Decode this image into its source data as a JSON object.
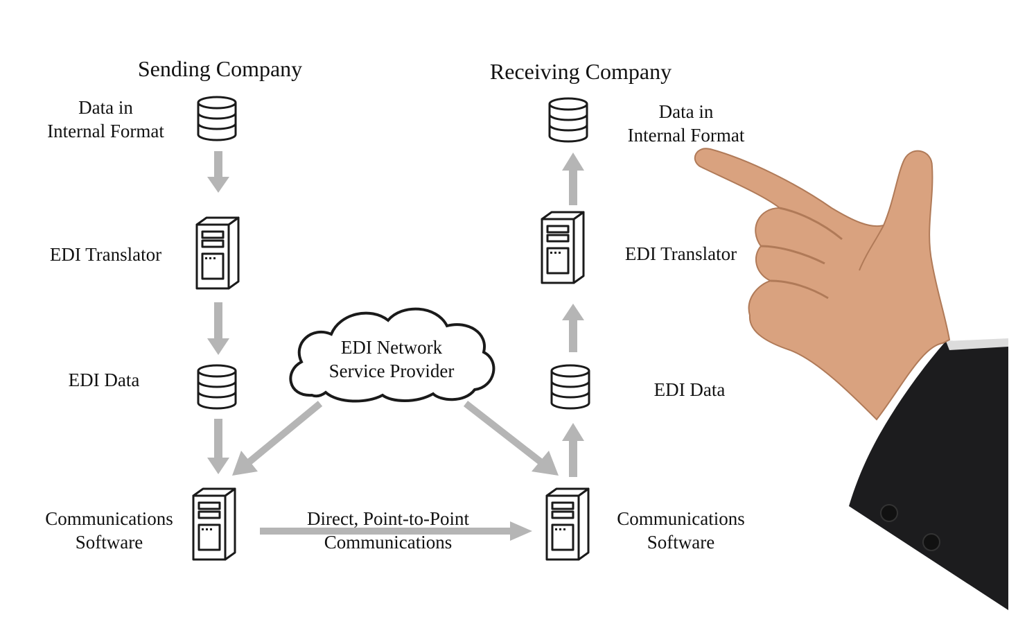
{
  "sending": {
    "title": "Sending Company",
    "data_internal": {
      "line1": "Data in",
      "line2": "Internal Format"
    },
    "translator": "EDI Translator",
    "edi_data": "EDI Data",
    "comms": {
      "line1": "Communications",
      "line2": "Software"
    }
  },
  "receiving": {
    "title": "Receiving Company",
    "data_internal": {
      "line1": "Data in",
      "line2": "Internal Format"
    },
    "translator": "EDI Translator",
    "edi_data": "EDI Data",
    "comms": {
      "line1": "Communications",
      "line2": "Software"
    }
  },
  "cloud": {
    "line1": "EDI Network",
    "line2": "Service Provider"
  },
  "direct_link": {
    "line1": "Direct, Point-to-Point",
    "line2": "Communications"
  },
  "colors": {
    "arrow": "#b5b5b5",
    "stroke": "#1a1a1a",
    "skin": "#d9a27f",
    "suit": "#1c1c1e"
  },
  "icons": [
    "database-icon",
    "server-icon",
    "cloud-icon",
    "pointing-hand-icon"
  ]
}
